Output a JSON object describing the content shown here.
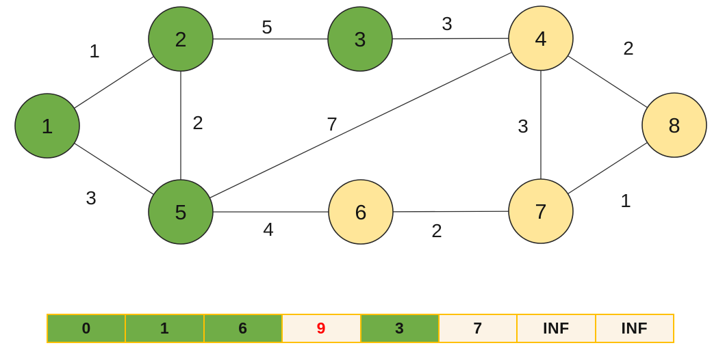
{
  "diagram_title": "weighted-graph-dijkstra-visualization",
  "colors": {
    "visited_node_fill": "#70AD47",
    "unvisited_node_fill": "#FFE699",
    "node_stroke": "#262626",
    "edge_stroke": "#2f2f2f",
    "table_border": "#FFC000",
    "table_unvisited_bg": "#FCF3E6",
    "highlight_text": "#FF0000"
  },
  "graph": {
    "nodes": [
      {
        "id": 1,
        "label": "1",
        "state": "visited"
      },
      {
        "id": 2,
        "label": "2",
        "state": "visited"
      },
      {
        "id": 3,
        "label": "3",
        "state": "visited"
      },
      {
        "id": 4,
        "label": "4",
        "state": "unvisited"
      },
      {
        "id": 5,
        "label": "5",
        "state": "visited"
      },
      {
        "id": 6,
        "label": "6",
        "state": "unvisited"
      },
      {
        "id": 7,
        "label": "7",
        "state": "unvisited"
      },
      {
        "id": 8,
        "label": "8",
        "state": "unvisited"
      }
    ],
    "edges": [
      {
        "from": 1,
        "to": 2,
        "weight": "1"
      },
      {
        "from": 1,
        "to": 5,
        "weight": "3"
      },
      {
        "from": 2,
        "to": 3,
        "weight": "5"
      },
      {
        "from": 2,
        "to": 5,
        "weight": "2"
      },
      {
        "from": 3,
        "to": 4,
        "weight": "3"
      },
      {
        "from": 4,
        "to": 5,
        "weight": "7"
      },
      {
        "from": 4,
        "to": 7,
        "weight": "3"
      },
      {
        "from": 4,
        "to": 8,
        "weight": "2"
      },
      {
        "from": 5,
        "to": 6,
        "weight": "4"
      },
      {
        "from": 6,
        "to": 7,
        "weight": "2"
      },
      {
        "from": 7,
        "to": 8,
        "weight": "1"
      }
    ]
  },
  "distance_table": {
    "cells": [
      {
        "node": 1,
        "value": "0",
        "state": "visited",
        "text_color": "black"
      },
      {
        "node": 2,
        "value": "1",
        "state": "visited",
        "text_color": "black"
      },
      {
        "node": 3,
        "value": "6",
        "state": "visited",
        "text_color": "black"
      },
      {
        "node": 4,
        "value": "9",
        "state": "unvisited",
        "text_color": "red"
      },
      {
        "node": 5,
        "value": "3",
        "state": "visited",
        "text_color": "black"
      },
      {
        "node": 6,
        "value": "7",
        "state": "unvisited",
        "text_color": "black"
      },
      {
        "node": 7,
        "value": "INF",
        "state": "unvisited",
        "text_color": "black"
      },
      {
        "node": 8,
        "value": "INF",
        "state": "unvisited",
        "text_color": "black"
      }
    ]
  }
}
